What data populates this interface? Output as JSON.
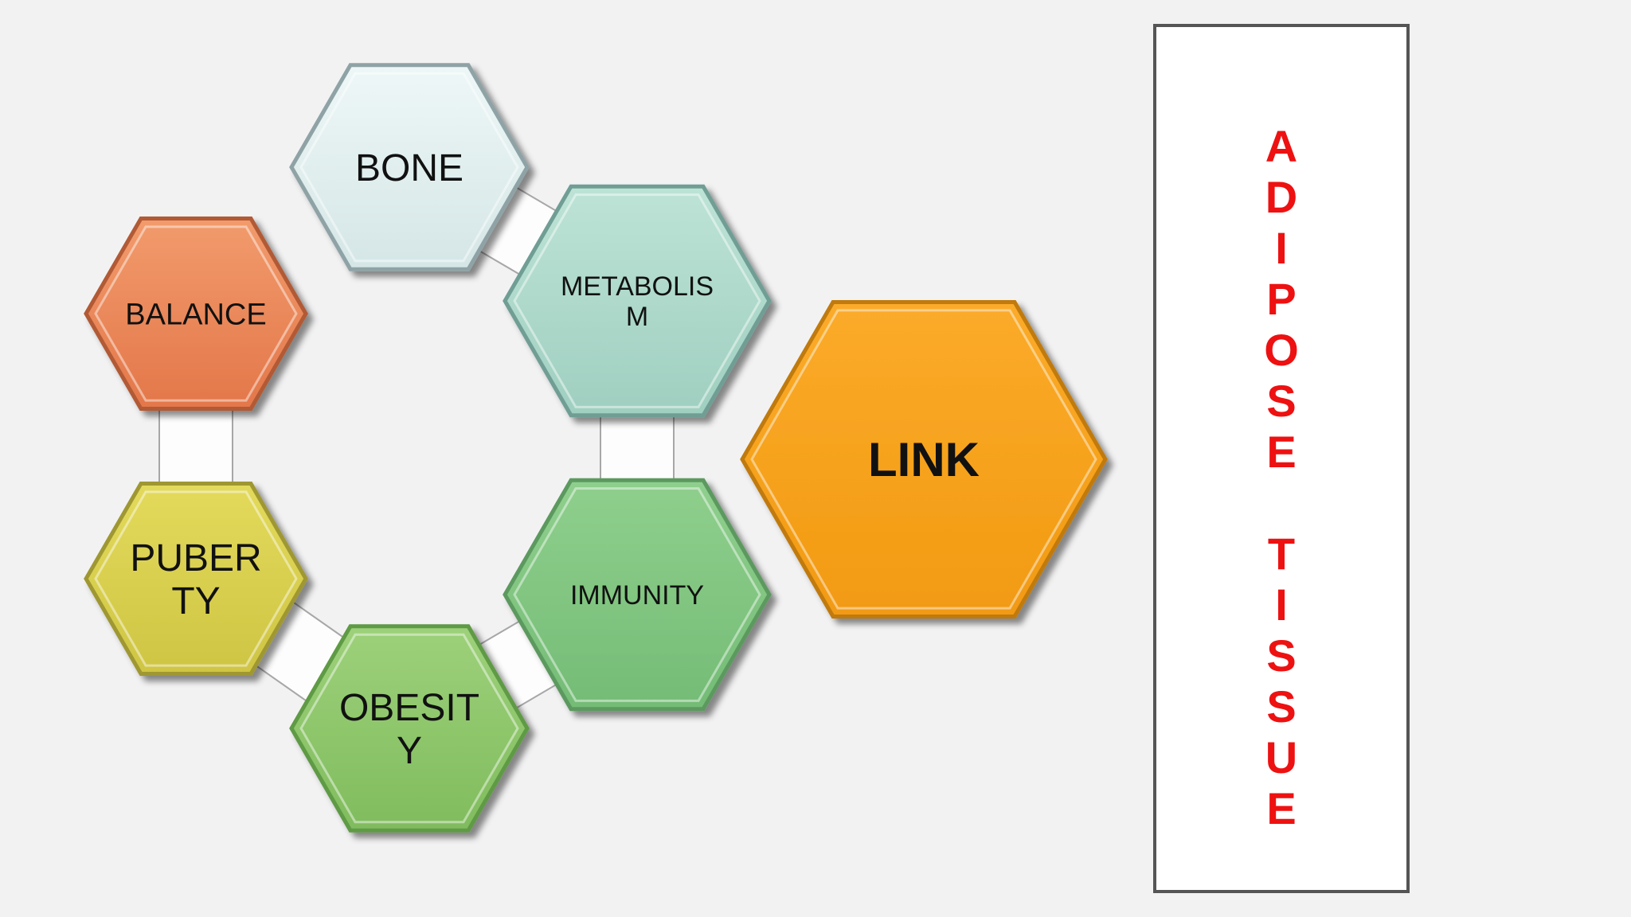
{
  "hexagons": [
    {
      "id": "bone",
      "lines": [
        "BONE"
      ],
      "fill": "#eef7f7",
      "fill_dark": "#d5e6e6",
      "edge": "#8fa3a6"
    },
    {
      "id": "metabolism",
      "lines": [
        "METABOLIS",
        "M"
      ],
      "fill": "#bde3d6",
      "fill_dark": "#9fcfc0",
      "edge": "#6f9e94"
    },
    {
      "id": "balance",
      "lines": [
        "BALANCE"
      ],
      "fill": "#f29b6c",
      "fill_dark": "#e3774a",
      "edge": "#b15a35"
    },
    {
      "id": "immunity",
      "lines": [
        "IMMUNITY"
      ],
      "fill": "#8fcf8d",
      "fill_dark": "#74bc76",
      "edge": "#5c995f"
    },
    {
      "id": "puberty",
      "lines": [
        "PUBER",
        "TY"
      ],
      "fill": "#e3da5c",
      "fill_dark": "#cfc543",
      "edge": "#9f9732"
    },
    {
      "id": "obesity",
      "lines": [
        "OBESIT",
        "Y"
      ],
      "fill": "#9dd17a",
      "fill_dark": "#80bc5e",
      "edge": "#5f9a45"
    },
    {
      "id": "link",
      "lines": [
        "LINK"
      ],
      "fill": "#fbab2a",
      "fill_dark": "#f29a12",
      "edge": "#c07a0b"
    }
  ],
  "side_panel": {
    "words": [
      "ADIPOSE",
      "TISSUE"
    ],
    "color": "#ee1111"
  }
}
